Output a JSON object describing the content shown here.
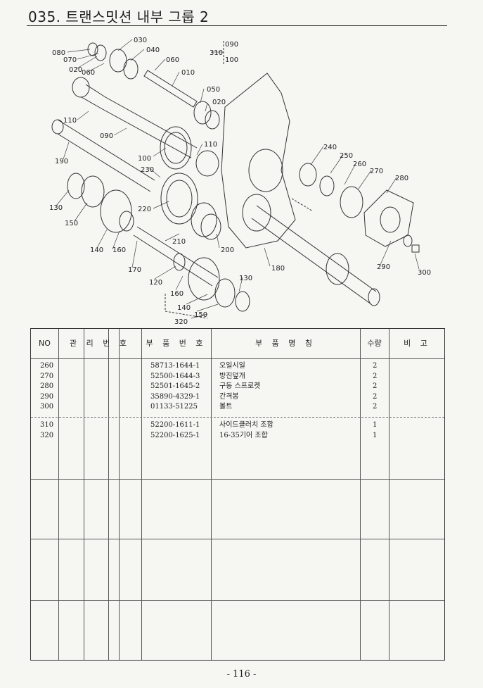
{
  "header": {
    "title": "035. 트랜스밋션 내부 그룹 2"
  },
  "diagram": {
    "callouts": [
      "080",
      "070",
      "020",
      "060",
      "030",
      "040",
      "060",
      "010",
      "310",
      "090",
      "100",
      "050",
      "020",
      "110",
      "090",
      "190",
      "100",
      "110",
      "230",
      "240",
      "250",
      "260",
      "270",
      "280",
      "130",
      "150",
      "220",
      "140",
      "160",
      "170",
      "210",
      "200",
      "180",
      "290",
      "300",
      "120",
      "160",
      "130",
      "140",
      "150",
      "320"
    ]
  },
  "table": {
    "headers": {
      "no": "NO",
      "mgmt": "관 리 번 호",
      "part_no": "부 품 번 호",
      "part_name": "부 품 명 칭",
      "qty": "수량",
      "remarks": "비 고"
    },
    "groups": [
      [
        {
          "no": "260",
          "part_no": "58713-1644-1",
          "name": "오일시일",
          "qty": "2"
        },
        {
          "no": "270",
          "part_no": "52500-1644-3",
          "name": "방진덮개",
          "qty": "2"
        },
        {
          "no": "280",
          "part_no": "52501-1645-2",
          "name": "구동 스프로켓",
          "qty": "2"
        },
        {
          "no": "290",
          "part_no": "35890-4329-1",
          "name": "간격봉",
          "qty": "2"
        },
        {
          "no": "300",
          "part_no": "01133-51225",
          "name": "볼트",
          "qty": "2"
        }
      ],
      [
        {
          "no": "310",
          "part_no": "52200-1611-1",
          "name": "사이드클러치 조합",
          "qty": "1"
        },
        {
          "no": "320",
          "part_no": "52200-1625-1",
          "name": "16-35기어 조합",
          "qty": "1"
        }
      ]
    ]
  },
  "footer": {
    "page": "- 116 -"
  }
}
